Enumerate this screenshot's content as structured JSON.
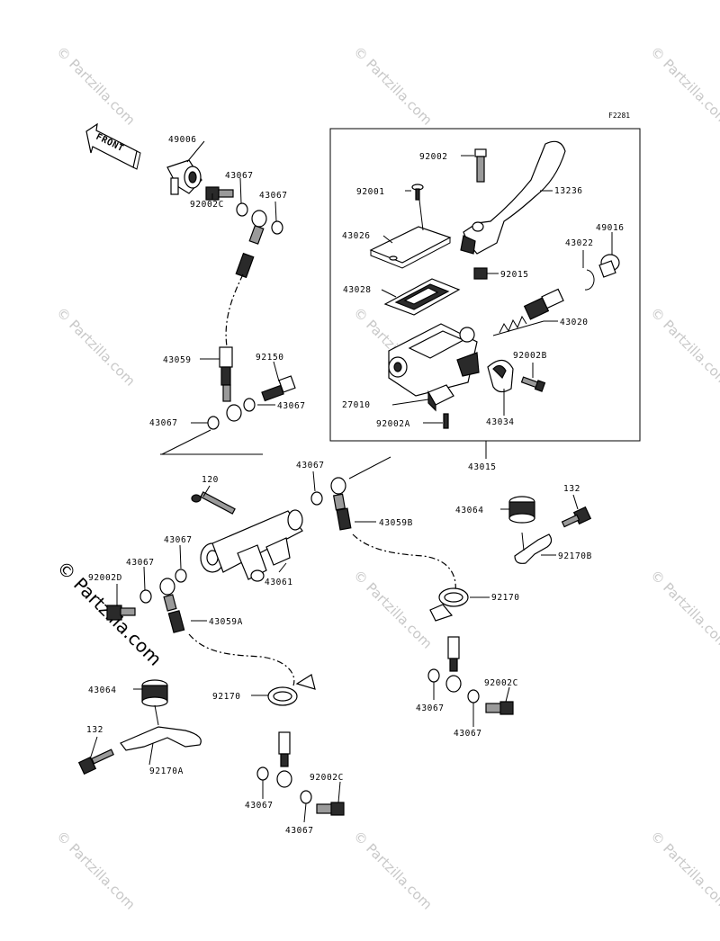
{
  "figure_code": "F2281",
  "front_label": "FRONT",
  "watermark_text": "© Partzilla.com",
  "colors": {
    "ink": "#000000",
    "watermark": "#c8c8c8",
    "paper": "#ffffff"
  },
  "labels": {
    "p49006": "49006",
    "p43067_a": "43067",
    "p43067_b": "43067",
    "p92002c_a": "92002C",
    "p43059": "43059",
    "p92150": "92150",
    "p43067_c": "43067",
    "p43067_d": "43067",
    "p92002": "92002",
    "p92001": "92001",
    "p13236": "13236",
    "p43026": "43026",
    "p49016": "49016",
    "p43022": "43022",
    "p92015": "92015",
    "p43028": "43028",
    "p43020": "43020",
    "p92002b": "92002B",
    "p27010": "27010",
    "p92002a": "92002A",
    "p43034": "43034",
    "p43015": "43015",
    "p120": "120",
    "p43067_e": "43067",
    "p43059b": "43059B",
    "p43064_a": "43064",
    "p132_a": "132",
    "p92170b": "92170B",
    "p43067_f": "43067",
    "p43067_g": "43067",
    "p92002d": "92002D",
    "p43061": "43061",
    "p43059a": "43059A",
    "p92170_a": "92170",
    "p43064_b": "43064",
    "p92170_b": "92170",
    "p43067_h": "43067",
    "p92002c_b": "92002C",
    "p43067_i": "43067",
    "p132_b": "132",
    "p92170a": "92170A",
    "p43067_j": "43067",
    "p92002c_c": "92002C",
    "p43067_k": "43067"
  }
}
